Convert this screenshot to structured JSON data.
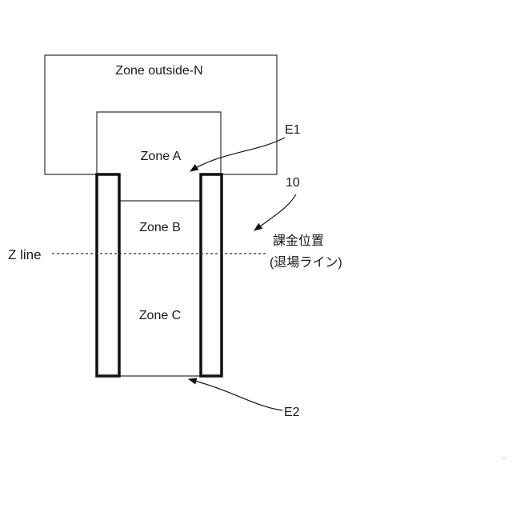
{
  "zones": {
    "outside": "Zone outside-N",
    "a": "Zone A",
    "b": "Zone B",
    "c": "Zone C"
  },
  "z_line": "Z line",
  "callouts": {
    "e1": "E1",
    "e2": "E2",
    "ref": "10"
  },
  "position_label": {
    "line1": "課金位置",
    "line2": "(退場ライン)"
  }
}
